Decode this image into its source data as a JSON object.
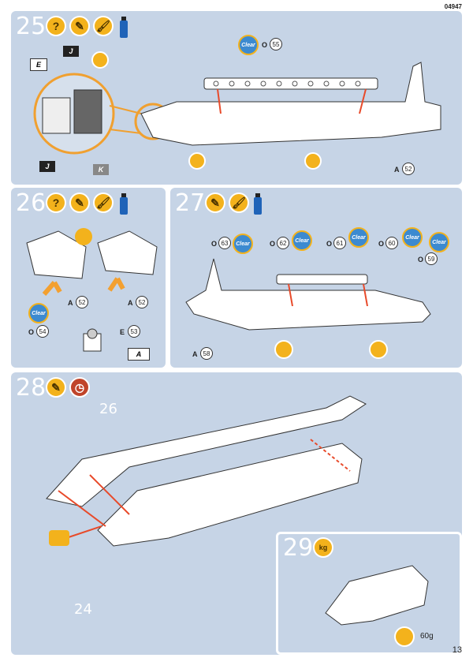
{
  "page_code": "04947",
  "page_number": "13",
  "steps": {
    "s25": {
      "number": "25",
      "parts": {
        "clear_o": "O",
        "clear_num": "55",
        "a": "A",
        "a_num": "52"
      },
      "flags": {
        "e": "E",
        "j": "J",
        "k": "K"
      }
    },
    "s26": {
      "number": "26",
      "parts": {
        "a1": "A",
        "a1_num": "52",
        "a2": "A",
        "a2_num": "52",
        "o": "O",
        "o_num": "54",
        "e": "E",
        "e_num": "53"
      },
      "flags": {
        "a": "A"
      }
    },
    "s27": {
      "number": "27",
      "parts": {
        "o63": "O",
        "o63_num": "63",
        "o62": "O",
        "o62_num": "62",
        "o61": "O",
        "o61_num": "61",
        "o60": "O",
        "o60_num": "60",
        "o59": "O",
        "o59_num": "59",
        "a": "A",
        "a_num": "58"
      }
    },
    "s28": {
      "number": "28",
      "callouts": {
        "top": "26",
        "bottom": "24"
      }
    },
    "s29": {
      "number": "29",
      "weight": "60g"
    }
  },
  "clear_label": "Clear",
  "icons": [
    "question-icon",
    "glue-icon",
    "paint-brush-icon",
    "paint-bottle-icon",
    "clock-icon",
    "weight-icon",
    "clear-decal-icon"
  ]
}
